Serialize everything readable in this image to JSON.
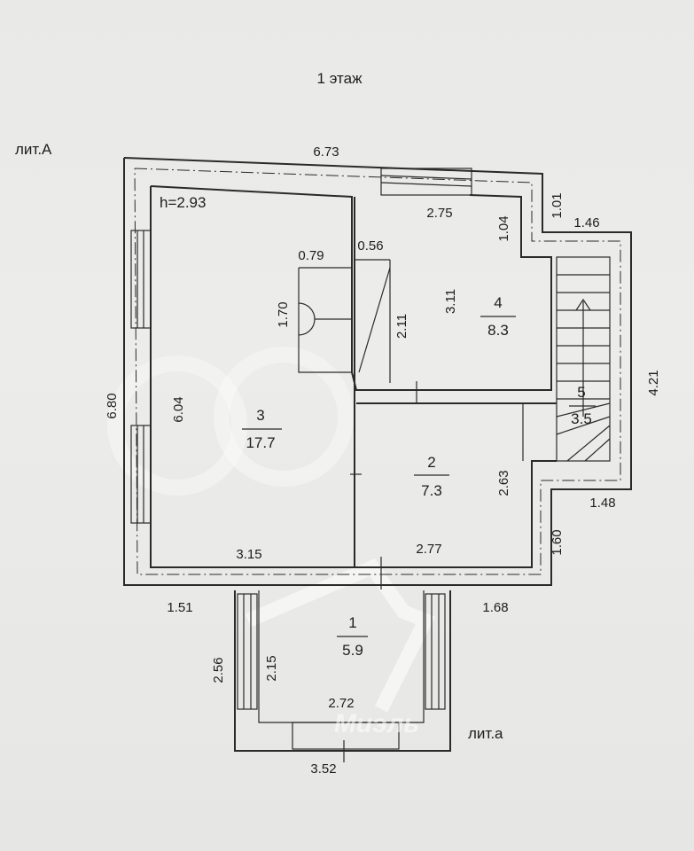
{
  "title": "1 этаж",
  "lit_main": "лит.А",
  "lit_annex": "лит.а",
  "height_label": "h=2.93",
  "watermark": "Миэль",
  "rooms": [
    {
      "number": "1",
      "area": "5.9"
    },
    {
      "number": "2",
      "area": "7.3"
    },
    {
      "number": "3",
      "area": "17.7"
    },
    {
      "number": "4",
      "area": "8.3"
    },
    {
      "number": "5",
      "area": "3.5"
    }
  ],
  "dimensions": {
    "top_overall": "6.73",
    "top_right_short": "1.01",
    "top_right_step": "1.46",
    "room4_width": "2.75",
    "room4_depth_small": "1.04",
    "niche_width": "0.79",
    "door_width": "0.56",
    "niche_depth": "1.70",
    "door_depth": "2.11",
    "room4_depth": "3.11",
    "left_overall": "6.80",
    "room3_depth": "6.04",
    "right_overall": "4.21",
    "room2_depth": "2.63",
    "right_step_width": "1.48",
    "right_lower": "1.60",
    "room3_width": "3.15",
    "room2_width": "2.77",
    "bottom_left": "1.51",
    "bottom_right": "1.68",
    "annex_outer_depth": "2.56",
    "annex_inner_depth": "2.15",
    "annex_inner_width": "2.72",
    "annex_outer_width": "3.52"
  }
}
